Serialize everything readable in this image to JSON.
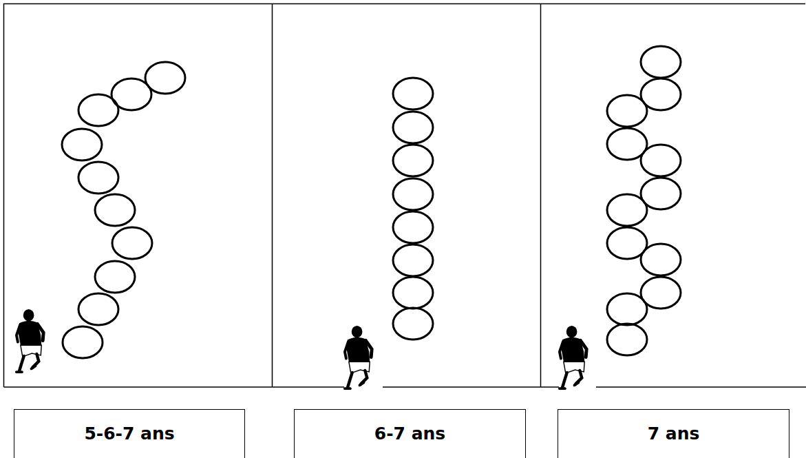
{
  "diagram": {
    "nodes": [
      {
        "text": [
          "5-6-7 ans"
        ]
      },
      {
        "text": [
          "6-7 ans"
        ]
      },
      {
        "text": [
          "7 ans"
        ]
      }
    ]
  }
}
